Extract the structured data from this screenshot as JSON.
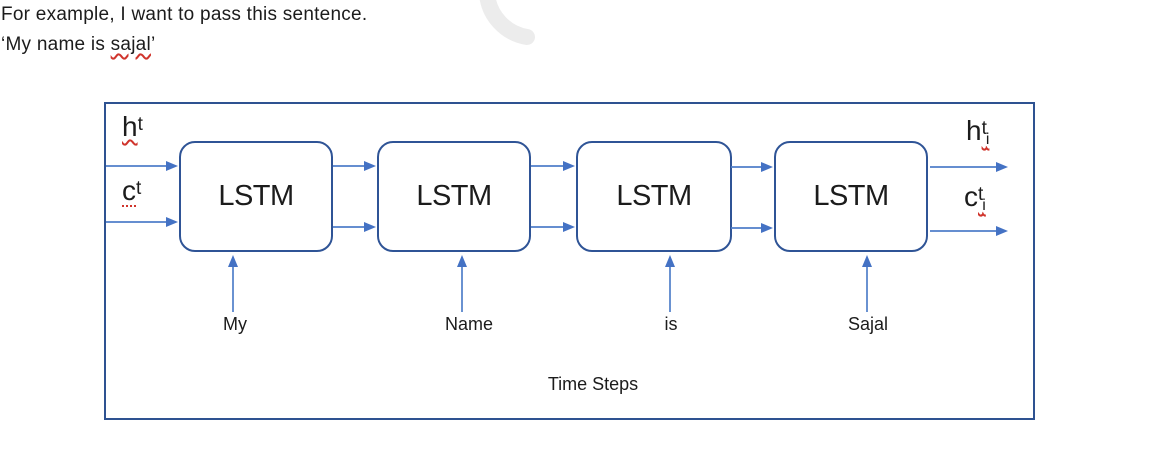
{
  "header": {
    "line1": "For example, I want to pass this sentence.",
    "line2_prefix": "‘My name is ",
    "line2_word": "sajal",
    "line2_suffix": "’"
  },
  "diagram": {
    "cells": [
      {
        "label": "LSTM"
      },
      {
        "label": "LSTM"
      },
      {
        "label": "LSTM"
      },
      {
        "label": "LSTM"
      }
    ],
    "left_state_labels": [
      {
        "base": "h",
        "sup": "t"
      },
      {
        "base": "c",
        "sup": "t"
      }
    ],
    "right_state_labels": [
      {
        "base": "h",
        "sup": "t",
        "sub": "i"
      },
      {
        "base": "c",
        "sup": "t",
        "sub": "i"
      }
    ],
    "inputs": [
      {
        "word": "My"
      },
      {
        "word": "Name"
      },
      {
        "word": "is"
      },
      {
        "word": "Sajal"
      }
    ],
    "axis_label": "Time Steps"
  },
  "colors": {
    "frame_border": "#2e5291",
    "cell_border": "#2f5496",
    "arrow_line": "#4f7ec9",
    "arrow_head": "#4472c4",
    "text": "#1c1c1c",
    "spellcheck_red": "#d0342c",
    "watermark_gray": "#ececec"
  }
}
